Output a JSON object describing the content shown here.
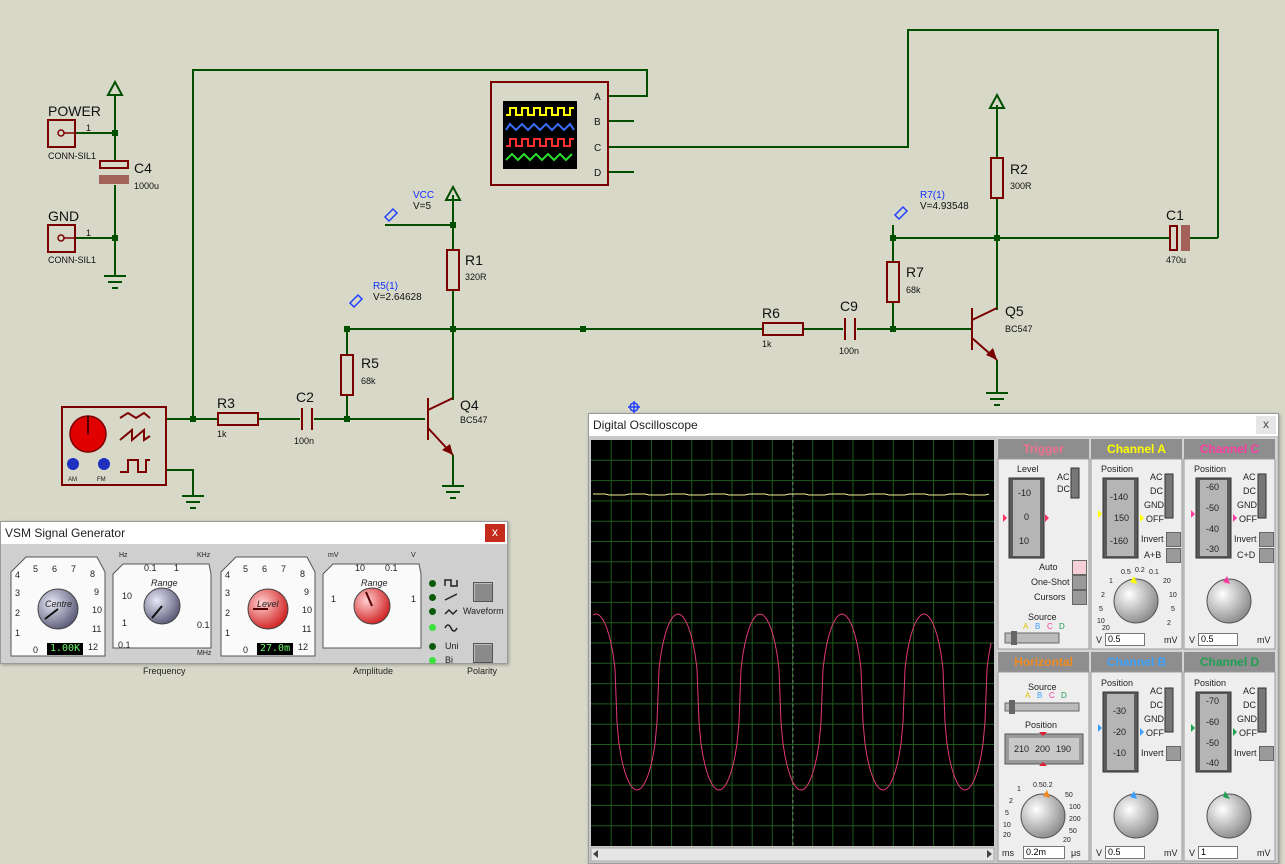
{
  "schematic": {
    "power_label": "POWER",
    "gnd_label": "GND",
    "conn_type": "CONN-SIL1",
    "pin_1": "1",
    "c4": {
      "name": "C4",
      "value": "1000u"
    },
    "c1": {
      "name": "C1",
      "value": "470u"
    },
    "c2": {
      "name": "C2",
      "value": "100n"
    },
    "c9": {
      "name": "C9",
      "value": "100n"
    },
    "r1": {
      "name": "R1",
      "value": "320R"
    },
    "r2": {
      "name": "R2",
      "value": "300R"
    },
    "r3": {
      "name": "R3",
      "value": "1k"
    },
    "r5": {
      "name": "R5",
      "value": "68k"
    },
    "r6": {
      "name": "R6",
      "value": "1k"
    },
    "r7": {
      "name": "R7",
      "value": "68k"
    },
    "q4": {
      "name": "Q4",
      "type": "BC547"
    },
    "q5": {
      "name": "Q5",
      "type": "BC547"
    },
    "probe_vcc": {
      "name": "VCC",
      "value": "V=5"
    },
    "probe_r5": {
      "name": "R5(1)",
      "value": "V=2.64628"
    },
    "probe_r7": {
      "name": "R7(1)",
      "value": "V=4.93548"
    },
    "scope_pins": [
      "A",
      "B",
      "C",
      "D"
    ],
    "gen_pin_am": "AM",
    "gen_pin_fm": "FM"
  },
  "signal_generator": {
    "title": "VSM Signal Generator",
    "close": "x",
    "centre_label": "Centre",
    "centre_scale": [
      "5",
      "6",
      "7",
      "8",
      "9",
      "10",
      "11",
      "12",
      "0",
      "1",
      "2",
      "3",
      "4"
    ],
    "centre_value": "1.00K",
    "freq_units": [
      "Hz",
      "KHz",
      "MHz"
    ],
    "freq_range_label": "Range",
    "freq_range_scale": [
      "0.1",
      "1",
      "10",
      "0.1",
      "1",
      "0.1"
    ],
    "freq_group": "Frequency",
    "level_label": "Level",
    "level_scale": [
      "5",
      "6",
      "7",
      "8",
      "9",
      "10",
      "11",
      "12",
      "0",
      "1",
      "2",
      "3",
      "4"
    ],
    "level_value": "27.0m",
    "amp_units": [
      "mV",
      "V"
    ],
    "amp_range_label": "Range",
    "amp_range_scale": [
      "10",
      "0.1",
      "1",
      "1"
    ],
    "amp_group": "Amplitude",
    "waveform_label": "Waveform",
    "uni_label": "Uni",
    "bi_label": "Bi",
    "polarity_label": "Polarity"
  },
  "oscilloscope": {
    "title": "Digital Oscilloscope",
    "close": "x",
    "trigger": {
      "title": "Trigger",
      "level": "Level",
      "scale": [
        "-10",
        "0",
        "10"
      ],
      "ac": "AC",
      "dc": "DC",
      "auto": "Auto",
      "one_shot": "One-Shot",
      "cursors": "Cursors",
      "source": "Source",
      "channels": [
        "A",
        "B",
        "C",
        "D"
      ]
    },
    "channel_a": {
      "title": "Channel A",
      "position": "Position",
      "scale": [
        "-140",
        "150",
        "-160"
      ],
      "ac": "AC",
      "dc": "DC",
      "gnd": "GND",
      "off": "OFF",
      "invert": "Invert",
      "combine": "A+B",
      "value": "0.5",
      "left_unit": "V",
      "right_unit": "mV"
    },
    "channel_c": {
      "title": "Channel C",
      "position": "Position",
      "scale": [
        "-60",
        "-50",
        "-40",
        "-30"
      ],
      "ac": "AC",
      "dc": "DC",
      "gnd": "GND",
      "off": "OFF",
      "invert": "Invert",
      "combine": "C+D",
      "value": "0.5",
      "left_unit": "V",
      "right_unit": "mV"
    },
    "horizontal": {
      "title": "Horizontal",
      "source": "Source",
      "position": "Position",
      "scale": [
        "210",
        "200",
        "190"
      ],
      "value": "0.2m",
      "left_unit": "ms",
      "right_unit": "μs"
    },
    "channel_b": {
      "title": "Channel B",
      "position": "Position",
      "scale": [
        "-30",
        "-20",
        "-10"
      ],
      "ac": "AC",
      "dc": "DC",
      "gnd": "GND",
      "off": "OFF",
      "invert": "Invert",
      "value": "0.5",
      "left_unit": "V",
      "right_unit": "mV"
    },
    "channel_d": {
      "title": "Channel D",
      "position": "Position",
      "scale": [
        "-70",
        "-60",
        "-50",
        "-40"
      ],
      "ac": "AC",
      "dc": "DC",
      "gnd": "GND",
      "off": "OFF",
      "invert": "Invert",
      "value": "1",
      "left_unit": "V",
      "right_unit": "mV"
    },
    "knob_scale": [
      "0.5",
      "0.2",
      "0.1",
      "1",
      "2",
      "5",
      "10",
      "20",
      "20",
      "10",
      "5",
      "2"
    ],
    "h_knob_scale": [
      "0.50.2",
      "1",
      "2",
      "5",
      "10",
      "20",
      "50",
      "100",
      "200",
      "50",
      "20"
    ],
    "colors": {
      "trigger": "#f07090",
      "channel_a": "#ffff00",
      "channel_b": "#3aa0ff",
      "channel_c": "#ff3aa0",
      "channel_d": "#1fa050",
      "horizontal": "#f08a20",
      "trace_a": "#f0f090",
      "trace_c": "#e03a78"
    }
  }
}
